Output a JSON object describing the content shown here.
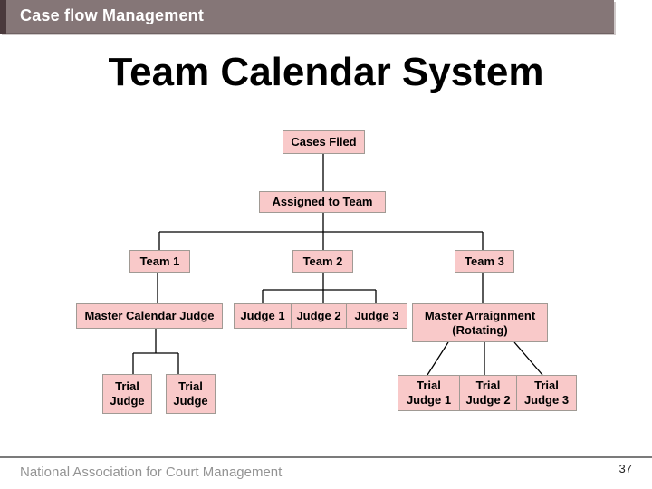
{
  "colors": {
    "header_bar": "#857677",
    "header_accent": "#4a393c",
    "box_fill": "#f9c9c9",
    "box_border": "#a09a94",
    "connector": "#000000",
    "footer_line": "#7b7b7b",
    "footer_text": "#939393"
  },
  "header": {
    "title": "Case flow Management"
  },
  "slide": {
    "title": "Team Calendar System"
  },
  "diagram": {
    "nodes": {
      "cases_filed": "Cases Filed",
      "assigned_to_team": "Assigned to Team",
      "team_1": "Team 1",
      "team_2": "Team 2",
      "team_3": "Team 3",
      "master_calendar_judge": "Master Calendar Judge",
      "judge_1": "Judge 1",
      "judge_2": "Judge 2",
      "judge_3": "Judge 3",
      "master_arraignment": "Master Arraignment\n(Rotating)",
      "trial_judge_left_a": "Trial\nJudge",
      "trial_judge_left_b": "Trial\nJudge",
      "trial_judge_right_1": "Trial\nJudge 1",
      "trial_judge_right_2": "Trial\nJudge 2",
      "trial_judge_right_3": "Trial\nJudge 3"
    }
  },
  "footer": {
    "organization": "National Association for Court Management",
    "page_number": "37"
  }
}
